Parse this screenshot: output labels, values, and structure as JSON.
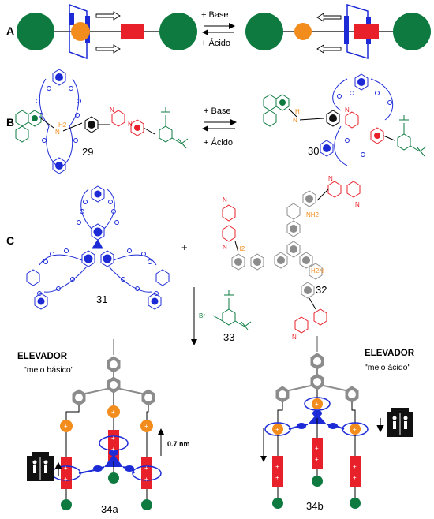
{
  "panels": {
    "a": "A",
    "b": "B",
    "c": "C"
  },
  "reaction_a": {
    "forward": "+ Base",
    "reverse": "+ Ácido"
  },
  "reaction_b": {
    "forward": "+ Base",
    "reverse": "+ Ácido"
  },
  "compounds": {
    "c29": "29",
    "c30": "30",
    "c31": "31",
    "c32": "32",
    "c33": "33",
    "c34a": "34a",
    "c34b": "34b"
  },
  "atoms": {
    "h2n_29": "H2",
    "n_29": "N",
    "h_30": "H",
    "n_30": "N",
    "n_plus": "N",
    "nh2_32": "NH2",
    "h2n_32a": "H2",
    "h2n_32b": "H2N",
    "br_33": "Br",
    "plus": "+"
  },
  "elevator_left": {
    "title": "ELEVADOR",
    "subtitle": "\"meio básico\""
  },
  "elevator_right": {
    "title": "ELEVADOR",
    "subtitle": "\"meio ácido\""
  },
  "distance": "0.7 nm",
  "colors": {
    "green": "#0e7a40",
    "orange": "#f28c1c",
    "red": "#e8202a",
    "blue": "#1c2bd6",
    "gray": "#8c8c8c",
    "black": "#111111"
  }
}
